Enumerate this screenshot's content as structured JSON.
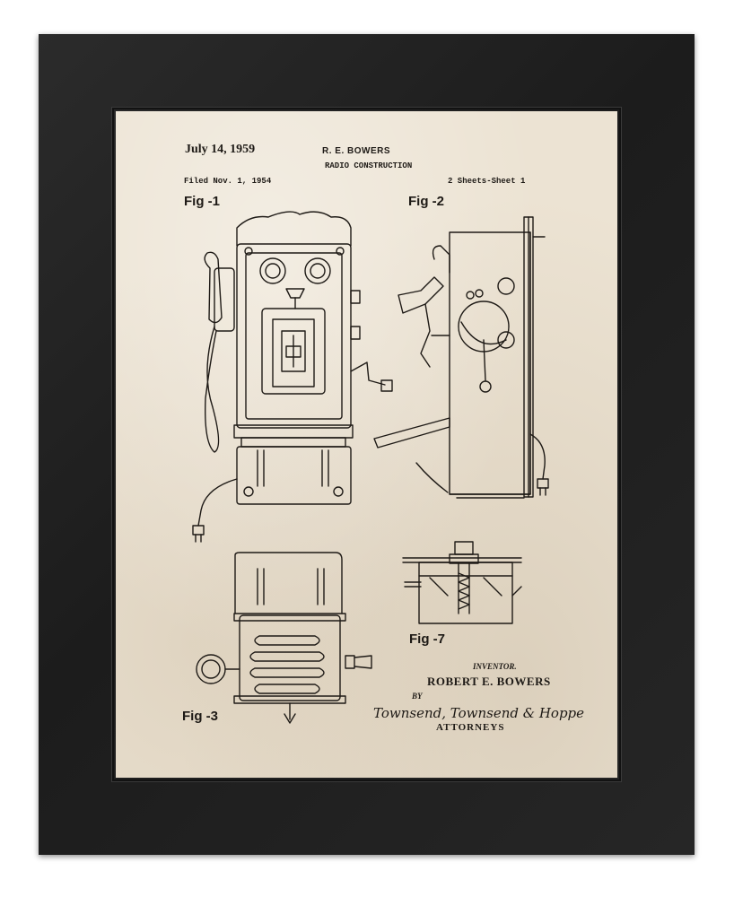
{
  "patent": {
    "date": "July 14, 1959",
    "inventor_header": "R. E. BOWERS",
    "title": "RADIO CONSTRUCTION",
    "filed": "Filed Nov. 1, 1954",
    "sheets": "2 Sheets-Sheet 1"
  },
  "figures": {
    "fig1": "Fig -1",
    "fig2": "Fig -2",
    "fig3": "Fig -3",
    "fig7": "Fig -7"
  },
  "signature_block": {
    "inventor_label": "INVENTOR.",
    "inventor_name": "ROBERT E. BOWERS",
    "by": "BY",
    "attorney_signature": "Townsend, Townsend & Hoppe",
    "attorneys_label": "ATTORNEYS"
  },
  "colors": {
    "frame": "#1f1f1f",
    "paper": "#ece3d3",
    "ink": "#1e1a16"
  }
}
